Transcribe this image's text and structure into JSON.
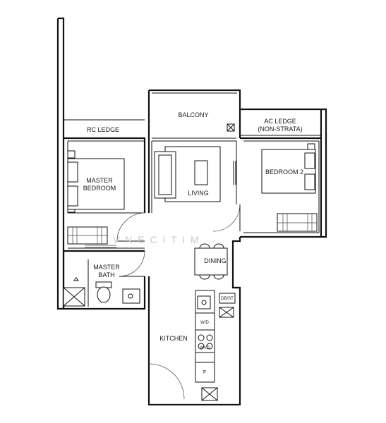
{
  "rooms": {
    "balcony": "BALCONY",
    "rc_ledge": "RC LEDGE",
    "ac_ledge_line1": "AC LEDGE",
    "ac_ledge_line2": "(NON-STRATA)",
    "master_bedroom_line1": "MASTER",
    "master_bedroom_line2": "BEDROOM",
    "living": "LIVING",
    "bedroom2": "BEDROOM 2",
    "dining": "DINING",
    "master_bath_line1": "MASTER",
    "master_bath_line2": "BATH",
    "kitchen": "KITCHEN"
  },
  "fixtures": {
    "db_st": "DB/ST",
    "washer_dryer": "W/D",
    "wvd": "WVD",
    "fridge": "F"
  },
  "watermark": "V  N  E  C  I  T  I  M"
}
